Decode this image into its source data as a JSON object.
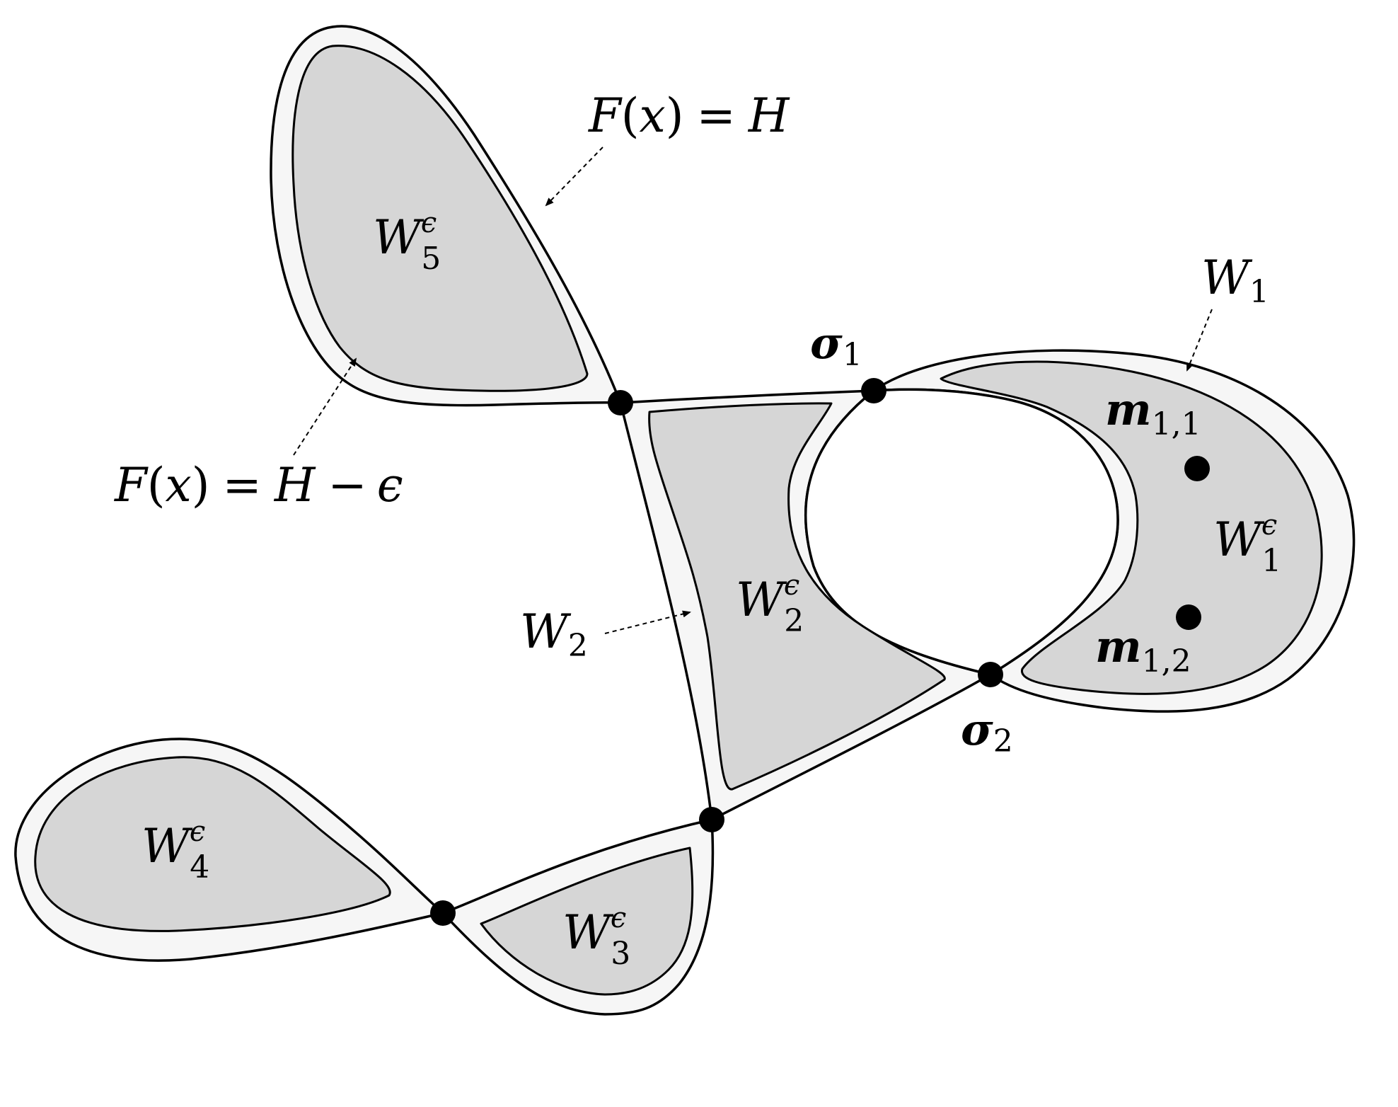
{
  "labels": {
    "level_H": {
      "F": "F",
      "open": "(",
      "x": "x",
      "close": ")",
      "eq": "=",
      "rhs": "H"
    },
    "level_H_eps": {
      "F": "F",
      "open": "(",
      "x": "x",
      "close": ")",
      "eq": "=",
      "rhs": "H",
      "minus": "−",
      "eps": "ϵ"
    },
    "W1": {
      "base": "W",
      "sub": "1"
    },
    "W2": {
      "base": "W",
      "sub": "2"
    },
    "W1_eps": {
      "base": "W",
      "sub": "1",
      "sup": "ϵ"
    },
    "W2_eps": {
      "base": "W",
      "sub": "2",
      "sup": "ϵ"
    },
    "W3_eps": {
      "base": "W",
      "sub": "3",
      "sup": "ϵ"
    },
    "W4_eps": {
      "base": "W",
      "sub": "4",
      "sup": "ϵ"
    },
    "W5_eps": {
      "base": "W",
      "sub": "5",
      "sup": "ϵ"
    },
    "sigma1": {
      "base": "σ",
      "sub": "1"
    },
    "sigma2": {
      "base": "σ",
      "sub": "2"
    },
    "m11": {
      "base": "m",
      "sub": "1,1"
    },
    "m12": {
      "base": "m",
      "sub": "1,2"
    }
  }
}
